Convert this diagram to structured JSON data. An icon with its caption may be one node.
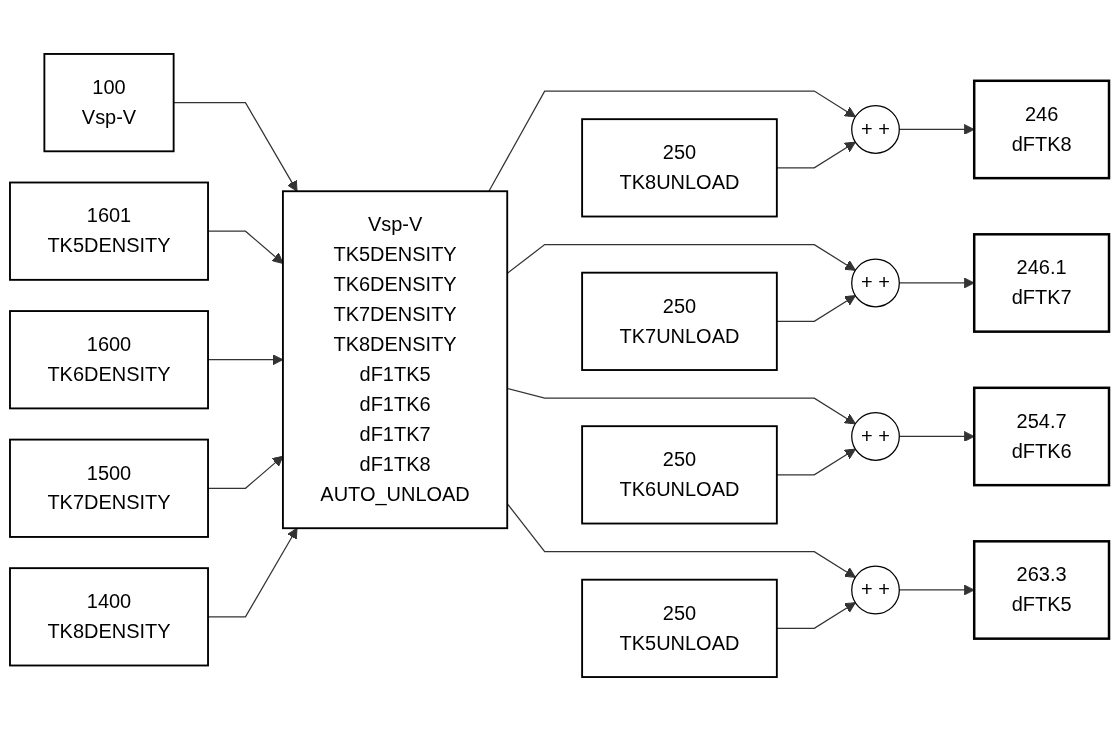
{
  "diagram": {
    "nodes": [
      {
        "text": [
          "100",
          "Vsp-V"
        ]
      },
      {
        "text": [
          "1601",
          "TK5DENSITY"
        ]
      },
      {
        "text": [
          "1600",
          "TK6DENSITY"
        ]
      },
      {
        "text": [
          "1500",
          "TK7DENSITY"
        ]
      },
      {
        "text": [
          "1400",
          "TK8DENSITY"
        ]
      },
      {
        "text": [
          "Vsp-V",
          "TK5DENSITY",
          "TK6DENSITY",
          "TK7DENSITY",
          "TK8DENSITY",
          "dF1TK5",
          "dF1TK6",
          "dF1TK7",
          "dF1TK8",
          "AUTO_UNLOAD"
        ]
      },
      {
        "text": [
          "+",
          "+"
        ]
      },
      {
        "text": [
          "250",
          "TK8UNLOAD"
        ]
      },
      {
        "text": [
          "246",
          "dFTK8"
        ]
      },
      {
        "text": [
          "+",
          "+"
        ]
      },
      {
        "text": [
          "250",
          "TK7UNLOAD"
        ]
      },
      {
        "text": [
          "246.1",
          "dFTK7"
        ]
      },
      {
        "text": [
          "+",
          "+"
        ]
      },
      {
        "text": [
          "250",
          "TK6UNLOAD"
        ]
      },
      {
        "text": [
          "254.7",
          "dFTK6"
        ]
      },
      {
        "text": [
          "+",
          "+"
        ]
      },
      {
        "text": [
          "250",
          "TK5UNLOAD"
        ]
      },
      {
        "text": [
          "263.3",
          "dFTK5"
        ]
      }
    ],
    "edges": [
      {
        "from": 0,
        "to": 5,
        "arrow": "to"
      },
      {
        "from": 1,
        "to": 5,
        "arrow": "to"
      },
      {
        "from": 2,
        "to": 5,
        "arrow": "to"
      },
      {
        "from": 3,
        "to": 5,
        "arrow": "to"
      },
      {
        "from": 4,
        "to": 5,
        "arrow": "to"
      },
      {
        "from": 5,
        "to": 6,
        "arrow": "to"
      },
      {
        "from": 7,
        "to": 6,
        "arrow": "to"
      },
      {
        "from": 6,
        "to": 8,
        "arrow": "to"
      },
      {
        "from": 5,
        "to": 9,
        "arrow": "to"
      },
      {
        "from": 10,
        "to": 9,
        "arrow": "to"
      },
      {
        "from": 9,
        "to": 11,
        "arrow": "to"
      },
      {
        "from": 5,
        "to": 12,
        "arrow": "to"
      },
      {
        "from": 13,
        "to": 12,
        "arrow": "to"
      },
      {
        "from": 12,
        "to": 14,
        "arrow": "to"
      },
      {
        "from": 5,
        "to": 15,
        "arrow": "to"
      },
      {
        "from": 16,
        "to": 15,
        "arrow": "to"
      },
      {
        "from": 15,
        "to": 17,
        "arrow": "to"
      }
    ]
  }
}
